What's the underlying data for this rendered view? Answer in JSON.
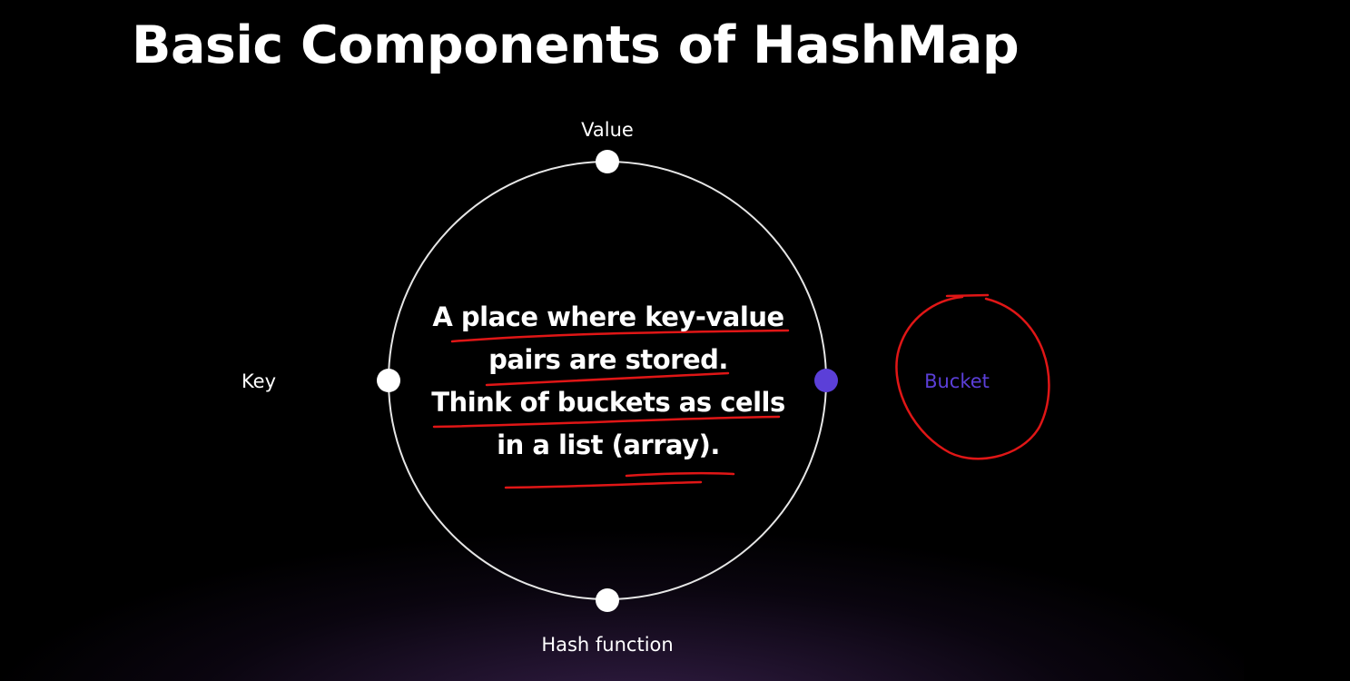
{
  "title": "Basic Components of HashMap",
  "labels": {
    "value": "Value",
    "key": "Key",
    "bucket": "Bucket",
    "hash_function": "Hash function"
  },
  "description_lines": [
    "A place where key-value",
    "pairs are stored.",
    "Think of buckets as cells",
    "in a list (array)."
  ],
  "colors": {
    "background": "#000000",
    "text": "#ffffff",
    "accent": "#5b3fd8",
    "annotation": "#e01616"
  }
}
